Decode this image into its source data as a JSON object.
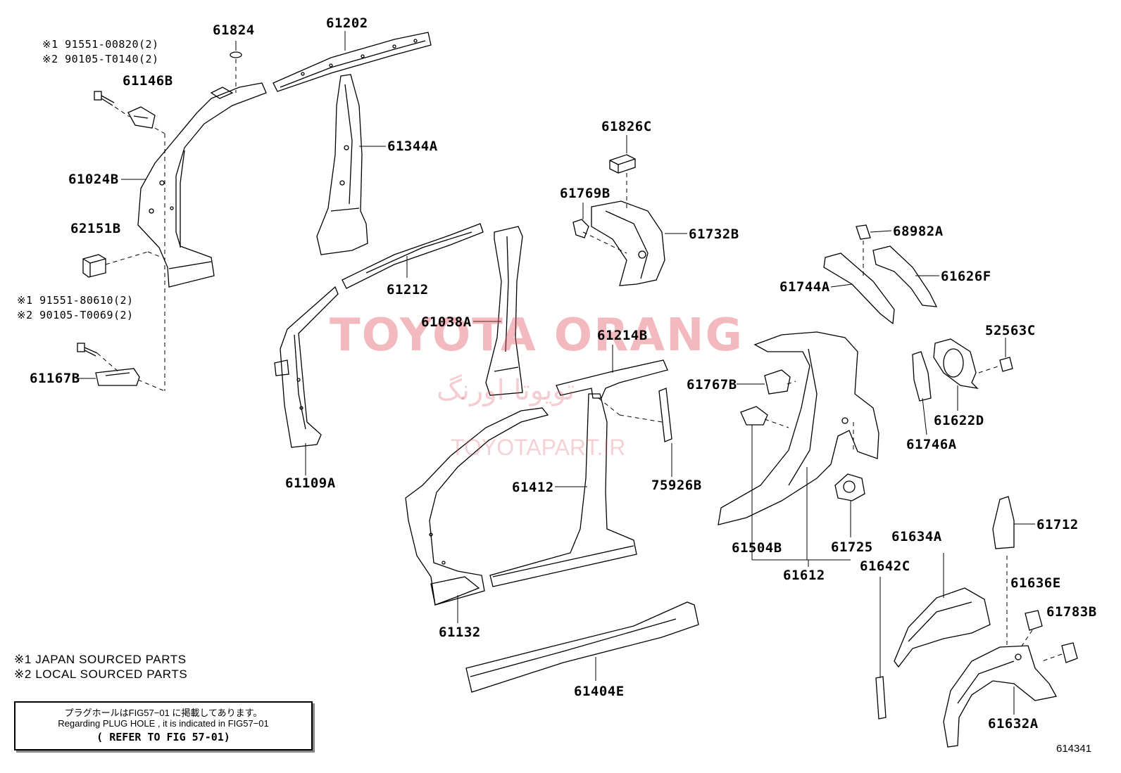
{
  "diagram": {
    "figure_number": "614341",
    "part_labels": {
      "p61202": "61202",
      "p61824": "61824",
      "p61146B": "61146B",
      "p61024B": "61024B",
      "p62151B": "62151B",
      "p61167B": "61167B",
      "p61344A": "61344A",
      "p61212": "61212",
      "p61109A": "61109A",
      "p61038A": "61038A",
      "p61826C": "61826C",
      "p61769B": "61769B",
      "p61732B": "61732B",
      "p61214B": "61214B",
      "p61412": "61412",
      "p75926B": "75926B",
      "p61132": "61132",
      "p61404E": "61404E",
      "p68982A": "68982A",
      "p61744A": "61744A",
      "p61626F": "61626F",
      "p52563C": "52563C",
      "p61767B": "61767B",
      "p61746A": "61746A",
      "p61622D": "61622D",
      "p61504B": "61504B",
      "p61612": "61612",
      "p61725": "61725",
      "p61634A": "61634A",
      "p61642C": "61642C",
      "p61712": "61712",
      "p61636E": "61636E",
      "p61783B": "61783B",
      "p61632A": "61632A"
    },
    "bolt_notes": {
      "upper_1": "※1 91551-00820(2)",
      "upper_2": "※2 90105-T0140(2)",
      "lower_1": "※1 91551-80610(2)",
      "lower_2": "※2 90105-T0069(2)"
    },
    "legend": {
      "line1": "※1 JAPAN SOURCED PARTS",
      "line2": "※2 LOCAL SOURCED PARTS"
    },
    "note": {
      "jp": "プラグホールはFIG57−01 に掲載してあります。",
      "en": "Regarding PLUG HOLE , it is indicated in FIG57−01",
      "ref": "( REFER TO FIG 57-01)"
    }
  },
  "watermark": {
    "main": "TOYOTA ORANG",
    "persian": "تویوتا اورنگ",
    "url": "TOYOTAPART.IR"
  },
  "colors": {
    "line": "#000000",
    "watermark": "#e05a64"
  }
}
